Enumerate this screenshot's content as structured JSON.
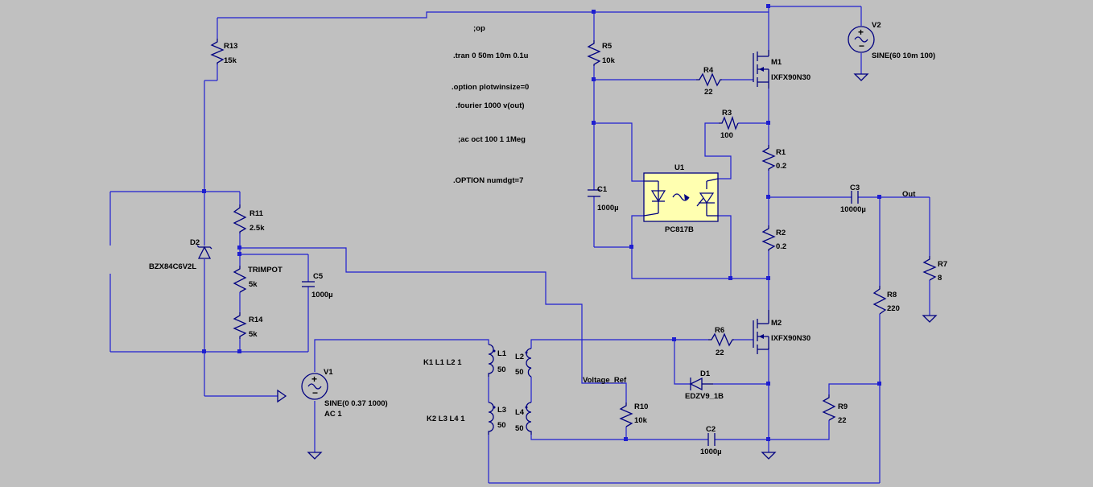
{
  "directives": [
    ";op",
    ".tran 0 50m 10m 0.1u",
    ".option plotwinsize=0",
    ".fourier 1000 v(out)",
    ";ac oct 100 1 1Meg",
    ".OPTION numdgt=7"
  ],
  "components": {
    "R13": {
      "name": "R13",
      "value": "15k"
    },
    "R5": {
      "name": "R5",
      "value": "10k"
    },
    "R4": {
      "name": "R4",
      "value": "22"
    },
    "R3": {
      "name": "R3",
      "value": "100"
    },
    "R1": {
      "name": "R1",
      "value": "0.2"
    },
    "R2": {
      "name": "R2",
      "value": "0.2"
    },
    "R11": {
      "name": "R11",
      "value": "2.5k"
    },
    "TRIMPOT": {
      "name": "TRIMPOT",
      "value": "5k"
    },
    "R14": {
      "name": "R14",
      "value": "5k"
    },
    "R6": {
      "name": "R6",
      "value": "22"
    },
    "R7": {
      "name": "R7",
      "value": "8"
    },
    "R8": {
      "name": "R8",
      "value": "220"
    },
    "R9": {
      "name": "R9",
      "value": "22"
    },
    "R10": {
      "name": "R10",
      "value": "10k"
    },
    "C1": {
      "name": "C1",
      "value": "1000µ"
    },
    "C2": {
      "name": "C2",
      "value": "1000µ"
    },
    "C3": {
      "name": "C3",
      "value": "10000µ"
    },
    "C5": {
      "name": "C5",
      "value": "1000µ"
    },
    "M1": {
      "name": "M1",
      "value": "IXFX90N30"
    },
    "M2": {
      "name": "M2",
      "value": "IXFX90N30"
    },
    "D1": {
      "name": "D1",
      "value": "EDZV9_1B"
    },
    "D2": {
      "name": "D2",
      "value": "BZX84C6V2L"
    },
    "U1": {
      "name": "U1",
      "value": "PC817B"
    },
    "V1": {
      "name": "V1",
      "value": "SINE(0 0.37 1000)",
      "extra": "AC 1"
    },
    "V2": {
      "name": "V2",
      "value": "SINE(60 10m 100)"
    },
    "L1": {
      "name": "L1",
      "value": "50"
    },
    "L2": {
      "name": "L2",
      "value": "50"
    },
    "L3": {
      "name": "L3",
      "value": "50"
    },
    "L4": {
      "name": "L4",
      "value": "50"
    }
  },
  "couplings": [
    "K1 L1 L2 1",
    "K2 L3 L4 1"
  ],
  "net_labels": {
    "out": "Out",
    "vref": "Voltage_Ref"
  },
  "colors": {
    "background": "#c0c0c0",
    "wire": "#1f1fd0",
    "component": "#000080",
    "optocoupler_fill": "#ffffb0"
  }
}
